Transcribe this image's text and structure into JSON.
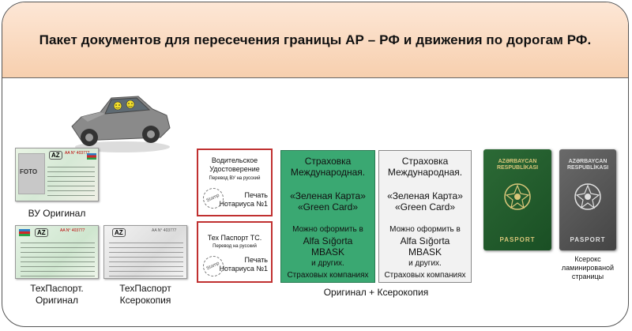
{
  "header": {
    "title": "Пакет документов для пересечения границы АР – РФ и движения по дорогам РФ."
  },
  "license": {
    "caption": "ВУ Оригинал",
    "foto_label": "FOTO",
    "country_code": "AZ",
    "number": "AA N° 403777"
  },
  "registration_original": {
    "caption_line1": "ТехПаспорт.",
    "caption_line2": "Оригинал",
    "country_code": "AZ",
    "number": "AA N° 403777"
  },
  "registration_copy": {
    "caption_line1": "ТехПаспорт",
    "caption_line2": "Ксерокопия",
    "country_code": "AZ",
    "number": "AA N° 403777"
  },
  "translation_license": {
    "title_line1": "Водительское",
    "title_line2": "Удостоверение",
    "subtitle": "Перевод ВУ на русский",
    "seal_line1": "Печать",
    "seal_line2": "Нотариуса №1",
    "stamp_text": "Stamp"
  },
  "translation_registration": {
    "title": "Тех Паспорт ТС.",
    "subtitle": "Перевод на русский",
    "seal_line1": "Печать",
    "seal_line2": "Нотариуса №1",
    "stamp_text": "Stamp"
  },
  "insurance": {
    "line1": "Страховка",
    "line2": "Международная.",
    "line3": "«Зеленая Карта»",
    "line4": "«Green Card»",
    "line5": "Можно оформить в",
    "line6": "Alfa Sığorta",
    "line7": "MBASK",
    "line8": "и других.",
    "line9": "Страховых компаниях"
  },
  "middle_caption": "Оригинал + Ксерокопия",
  "passport": {
    "top_label_line1": "AZƏRBAYCAN",
    "top_label_line2": "RESPUBLİKASI",
    "bottom_label": "PASPORT",
    "copy_caption_line1": "Ксерокс",
    "copy_caption_line2": "ламинированой",
    "copy_caption_line3": "страницы"
  },
  "colors": {
    "header_bg": "#f8d3b4",
    "insurance_green": "#3aa872",
    "insurance_gray": "#f2f2f2",
    "passport_green": "#1f5a2a",
    "passport_gray": "#5a5a5a",
    "translation_border": "#c03030"
  }
}
